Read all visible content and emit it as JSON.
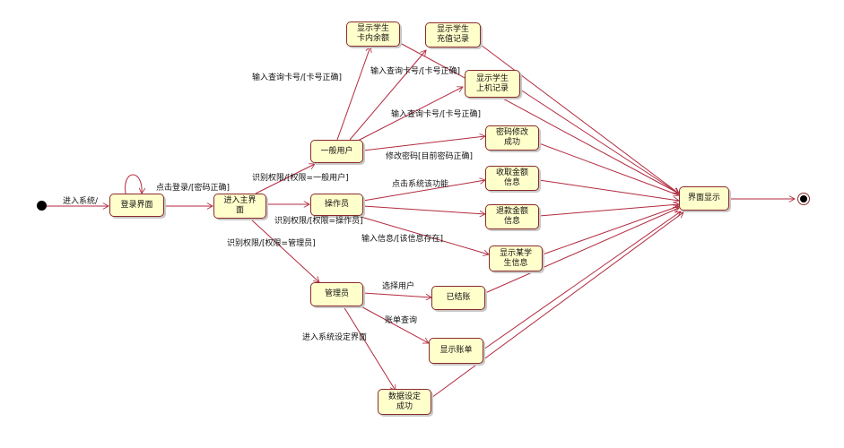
{
  "states": {
    "login": "登录界面",
    "main": "进入主界\n面",
    "normal_user": "一般用户",
    "operator": "操作员",
    "admin": "管理员",
    "card_balance": "显示学生\n卡内余额",
    "recharge_record": "显示学生\n充值记录",
    "online_record": "显示学生\n上机记录",
    "pwd_changed": "密码修改\n成功",
    "collect_amount": "收取金额\n信息",
    "refund_amount": "退款金额\n信息",
    "student_info": "显示某学\n生信息",
    "settled": "已结账",
    "show_bill": "显示账单",
    "data_set": "数据设定\n成功",
    "display": "界面显示"
  },
  "edge_labels": {
    "enter_system": "进入系统/",
    "click_login": "点击登录/[密码正确]",
    "identify_normal": "识别权限/[权限=一般用户]",
    "identify_operator": "识别权限/[权限=操作员]",
    "identify_admin": "识别权限/[权限=管理员]",
    "query_card_1": "输入查询卡号/[卡号正确]",
    "query_card_2": "输入查询卡号/[卡号正确]",
    "query_card_3": "输入查询卡号/[卡号正确]",
    "modify_pwd": "修改密码[目前密码正确]",
    "click_function": "点击系统该功能",
    "input_info": "输入信息/[该信息存在]",
    "select_user": "选择用户",
    "bill_query": "账单查询",
    "enter_settings": "进入系统设定界面"
  }
}
